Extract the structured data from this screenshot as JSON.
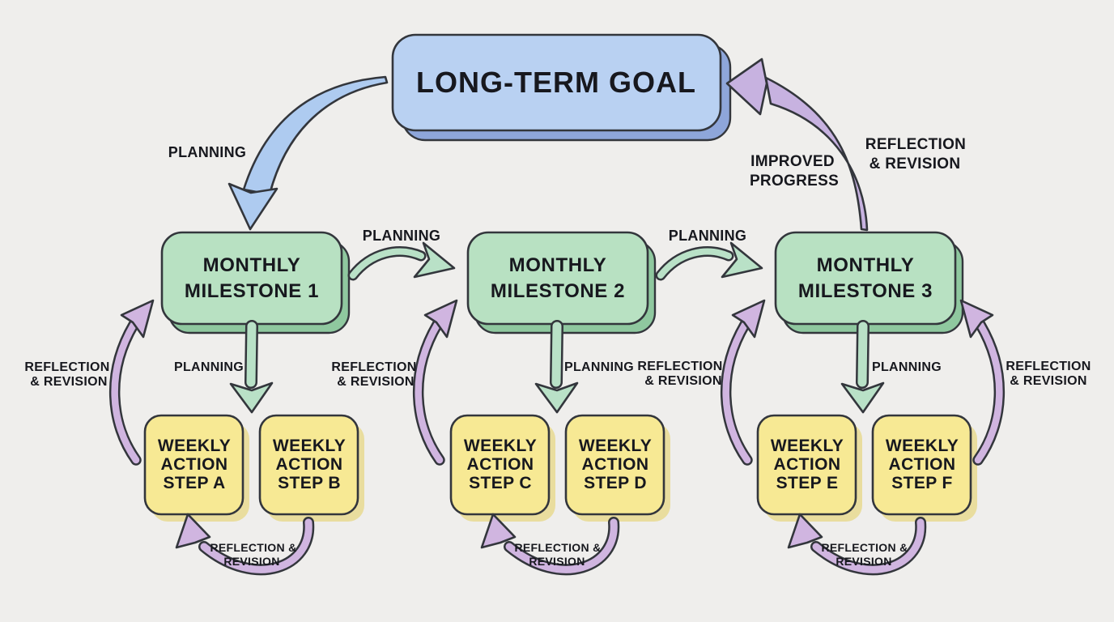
{
  "diagram_title": "Goal planning cycle diagram",
  "colors": {
    "background": "#efeeec",
    "outline": "#33363c",
    "text": "#17181e",
    "goal_fill": "#b9d1f2",
    "goal_shadow": "#8ea6da",
    "milestone_fill": "#b8e1c2",
    "milestone_shadow": "#8fc89f",
    "weekly_fill": "#f7e994",
    "weekly_shadow": "#e9dd9e",
    "arrow_blue": "#aecbf0",
    "arrow_green": "#b9e1c7",
    "arrow_purple": "#c7b2e0",
    "arrow_purple_light": "#d0b5e0"
  },
  "nodes": {
    "goal": {
      "label": "LONG-TERM GOAL"
    },
    "milestones": [
      {
        "line1": "MONTHLY",
        "line2": "MILESTONE 1"
      },
      {
        "line1": "MONTHLY",
        "line2": "MILESTONE 2"
      },
      {
        "line1": "MONTHLY",
        "line2": "MILESTONE 3"
      }
    ],
    "weekly_steps": [
      {
        "line1": "WEEKLY",
        "line2": "ACTION",
        "line3": "STEP A"
      },
      {
        "line1": "WEEKLY",
        "line2": "ACTION",
        "line3": "STEP B"
      },
      {
        "line1": "WEEKLY",
        "line2": "ACTION",
        "line3": "STEP C"
      },
      {
        "line1": "WEEKLY",
        "line2": "ACTION",
        "line3": "STEP D"
      },
      {
        "line1": "WEEKLY",
        "line2": "ACTION",
        "line3": "STEP E"
      },
      {
        "line1": "WEEKLY",
        "line2": "ACTION",
        "line3": "STEP F"
      }
    ]
  },
  "labels": {
    "planning": "PLANNING",
    "reflection": {
      "line1": "REFLECTION",
      "line2": "& REVISION"
    },
    "reflection_arc": {
      "line1": "REFLECTION &",
      "line2": "REVISION"
    },
    "improved_progress": {
      "line1": "IMPROVED",
      "line2": "PROGRESS"
    }
  }
}
